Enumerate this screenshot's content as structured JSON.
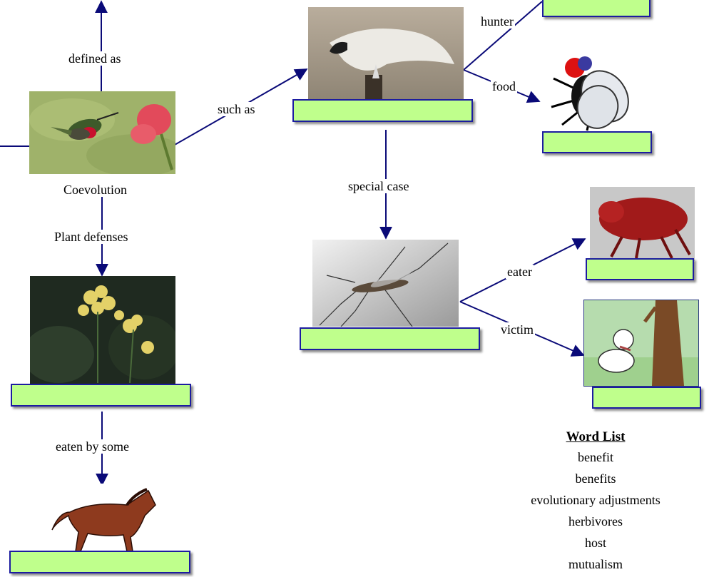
{
  "diagram": {
    "nodes": {
      "hummingbird": {
        "picture": "hummingbird-and-flower",
        "caption": "Coevolution"
      },
      "bird": {
        "picture": "white-bird-on-post"
      },
      "fly": {
        "picture": "housefly"
      },
      "mosquito": {
        "picture": "mosquito"
      },
      "flea": {
        "picture": "flea"
      },
      "dog": {
        "picture": "scratching-dog"
      },
      "plant": {
        "picture": "yellow-flowering-plant"
      },
      "horse": {
        "picture": "brown-horse"
      }
    },
    "edges": {
      "defined_as": "defined as",
      "such_as": "such as",
      "hunter": "hunter",
      "food": "food",
      "special_case": "special case",
      "eater": "eater",
      "victim": "victim",
      "plant_defenses": "Plant defenses",
      "eaten_by_some": "eaten by some"
    }
  },
  "word_list": {
    "title": "Word List",
    "words": [
      "benefit",
      "benefits",
      "evolutionary adjustments",
      "herbivores",
      "host",
      "mutualism"
    ]
  },
  "colors": {
    "answer_box": "#bfff8c",
    "box_border": "#1c1ca0",
    "arrow": "#0a0a78"
  }
}
